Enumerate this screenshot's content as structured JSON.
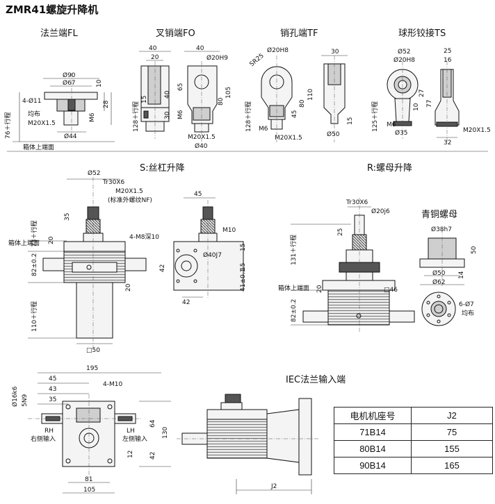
{
  "title": "ZMR41螺旋升降机",
  "sections": {
    "fl": "法兰端FL",
    "fo": "叉销端FO",
    "tf": "销孔端TF",
    "ts": "球形铰接TS",
    "s": "S:丝杠升降",
    "r": "R:螺母升降",
    "iec": "IEC法兰输入端",
    "bronze_nut": "青铜螺母"
  },
  "dims": {
    "fl": {
      "d90": "Ø90",
      "d67": "Ø67",
      "hole": "4-Ø11",
      "even": "均布",
      "thread": "M20X1.5",
      "d44": "Ø44",
      "h10": "10",
      "h28": "28",
      "m6": "M6",
      "stroke76": "76＋行程",
      "box_top": "箱体上端面"
    },
    "fo": {
      "w40": "40",
      "w20": "20",
      "h40": "40",
      "h65": "65",
      "h128": "128＋行程",
      "h15": "15",
      "h30": "30",
      "m6": "M6",
      "top40": "40",
      "d20h9": "Ø20H9",
      "h80": "80",
      "h105": "105",
      "thread": "M20X1.5",
      "d40": "Ø40"
    },
    "tf": {
      "sr25": "SR25",
      "d20h8": "Ø20H8",
      "w30": "30",
      "h128": "128＋行程",
      "h45": "45",
      "h80": "80",
      "h110": "110",
      "h15": "15",
      "m6": "M6",
      "thread": "M20X1.5",
      "d50": "Ø50"
    },
    "ts": {
      "d52": "Ø52",
      "d20h8": "Ø20H8",
      "w25": "25",
      "w16": "16",
      "h27": "27",
      "h77": "77",
      "h10": "10",
      "h125": "125＋行程",
      "m6": "M6",
      "d35": "Ø35",
      "thread": "M20X1.5",
      "w32": "32"
    },
    "s": {
      "d52": "Ø52",
      "tr": "Tr30X6",
      "thread": "M20X1.5",
      "note": "(标准外螺纹NF)",
      "h35": "35",
      "h20": "20",
      "h73": "73＋行程",
      "box_top": "箱体上端面",
      "h82": "82±0.2",
      "h110": "110＋行程",
      "sq50": "□50",
      "h20b": "20",
      "w45": "45",
      "m10": "M10",
      "m8": "4-M8深10",
      "d40j7": "Ø40J7",
      "h42": "42",
      "w42": "42",
      "h15a": "15",
      "h15b": "15",
      "h41": "41±0.1"
    },
    "r": {
      "tr": "Tr30X6",
      "d20j6": "Ø20j6",
      "h25": "25",
      "h131": "131＋行程",
      "h20": "20",
      "sq46": "□46",
      "box_top": "箱体上端面",
      "h82": "82±0.2",
      "d38h7": "Ø38h7",
      "h50": "50",
      "h14": "14",
      "d50": "Ø50",
      "d62": "Ø62",
      "holes": "6-Ø7",
      "even": "均布"
    },
    "bottom": {
      "w195": "195",
      "w45": "45",
      "w43": "43",
      "w35": "35",
      "m10": "4-M10",
      "d16k6": "Ø16k6",
      "sn9": "5N9",
      "rh": "RH",
      "rh_cn": "右侧输入",
      "lh": "LH",
      "lh_cn": "左侧输入",
      "h64": "64",
      "h130": "130",
      "h12": "12",
      "h42": "42",
      "w81": "81",
      "w105": "105",
      "j2": "J2"
    }
  },
  "table": {
    "headers": [
      "电机机座号",
      "J2"
    ],
    "rows": [
      [
        "71B14",
        "75"
      ],
      [
        "80B14",
        "155"
      ],
      [
        "90B14",
        "165"
      ]
    ]
  }
}
